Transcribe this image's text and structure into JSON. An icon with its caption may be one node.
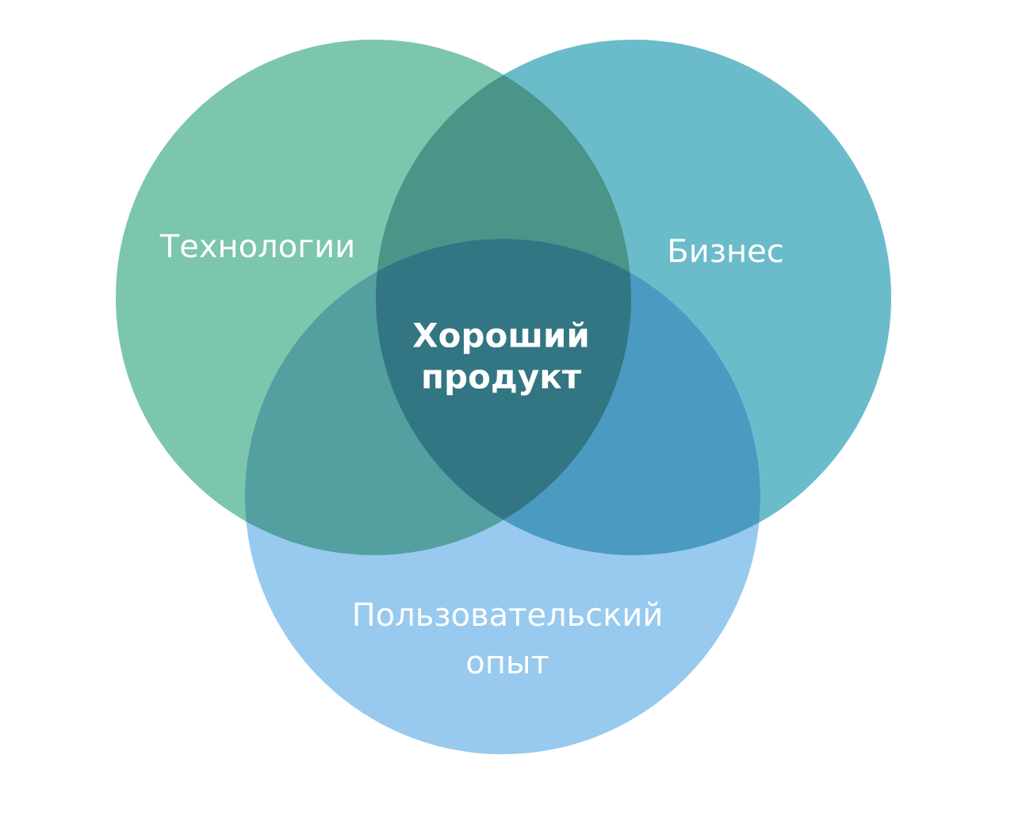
{
  "diagram": {
    "nodes": [
      {
        "text": [
          "Технологии"
        ]
      },
      {
        "text": [
          "Бизнес"
        ]
      },
      {
        "text": [
          "Пользовательский опыт"
        ]
      },
      {
        "text": [
          "Хороший продукт"
        ]
      }
    ]
  }
}
